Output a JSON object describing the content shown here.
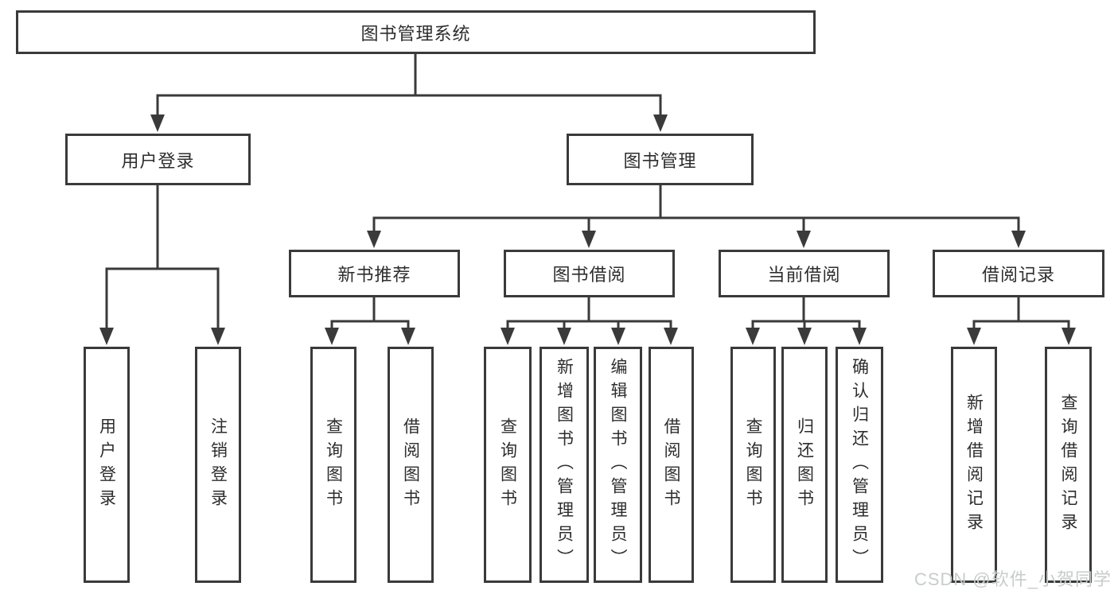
{
  "title": "图书管理系统",
  "tree": {
    "user_login": {
      "label": "用户登录",
      "children": [
        "用户登录",
        "注销登录"
      ]
    },
    "book_mgmt": {
      "label": "图书管理",
      "sections": {
        "new_books": {
          "label": "新书推荐",
          "children": [
            "查询图书",
            "借阅图书"
          ]
        },
        "book_borrow": {
          "label": "图书借阅",
          "children": [
            "查询图书",
            "新增图书（管理员）",
            "编辑图书（管理员）",
            "借阅图书"
          ]
        },
        "current_borrow": {
          "label": "当前借阅",
          "children": [
            "查询图书",
            "归还图书",
            "确认归还（管理员）"
          ]
        },
        "borrow_records": {
          "label": "借阅记录",
          "children": [
            "新增借阅记录",
            "查询借阅记录"
          ]
        }
      }
    }
  },
  "watermark": "CSDN @软件_小贺同学",
  "colors": {
    "line": "#3a3a3a",
    "box_border": "#3a3a3a",
    "box_background": "#ffffff",
    "text": "#2d2d2d",
    "watermark": "#c7cccc"
  }
}
